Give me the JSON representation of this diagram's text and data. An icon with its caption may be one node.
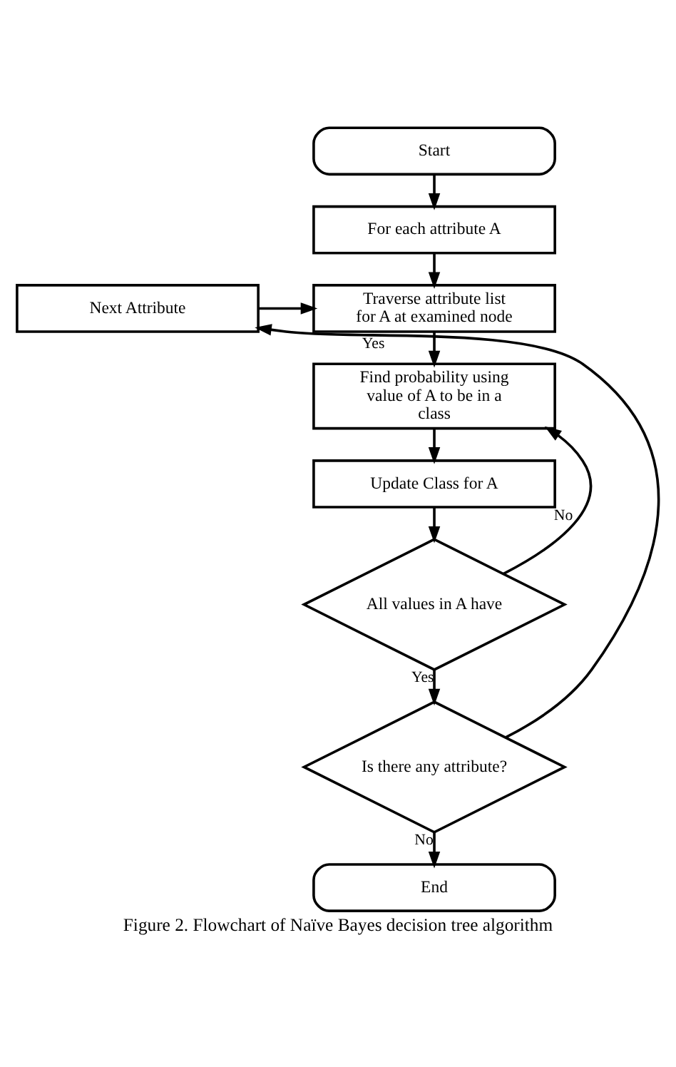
{
  "diagram": {
    "caption": "Figure 2. Flowchart of Naïve Bayes decision tree algorithm",
    "nodes": [
      {
        "text": [
          "Start"
        ]
      },
      {
        "text": [
          "For each attribute A"
        ]
      },
      {
        "text": [
          "Traverse attribute list for A at examined node"
        ]
      },
      {
        "text": [
          "Next Attribute"
        ]
      },
      {
        "text": [
          "Find probability using value of A to be in a class"
        ]
      },
      {
        "text": [
          "Update Class for A"
        ]
      },
      {
        "text": [
          "All values in A have"
        ]
      },
      {
        "text": [
          "Is there any attribute?"
        ]
      },
      {
        "text": [
          "End"
        ]
      }
    ],
    "edges": [
      {
        "from": 0,
        "to": 1,
        "arrow": "to"
      },
      {
        "from": 1,
        "to": 2,
        "arrow": "to"
      },
      {
        "from": 3,
        "to": 2,
        "arrow": "to"
      },
      {
        "from": 2,
        "to": 4,
        "arrow": "to"
      },
      {
        "from": 4,
        "to": 5,
        "arrow": "to"
      },
      {
        "from": 5,
        "to": 6,
        "arrow": "to"
      },
      {
        "from": 6,
        "to": 4,
        "arrow": "to",
        "label": "No"
      },
      {
        "from": 6,
        "to": 7,
        "arrow": "to",
        "label": "Yes"
      },
      {
        "from": 7,
        "to": 3,
        "arrow": "to",
        "label": "Yes"
      },
      {
        "from": 7,
        "to": 8,
        "arrow": "to",
        "label": "No"
      }
    ]
  }
}
